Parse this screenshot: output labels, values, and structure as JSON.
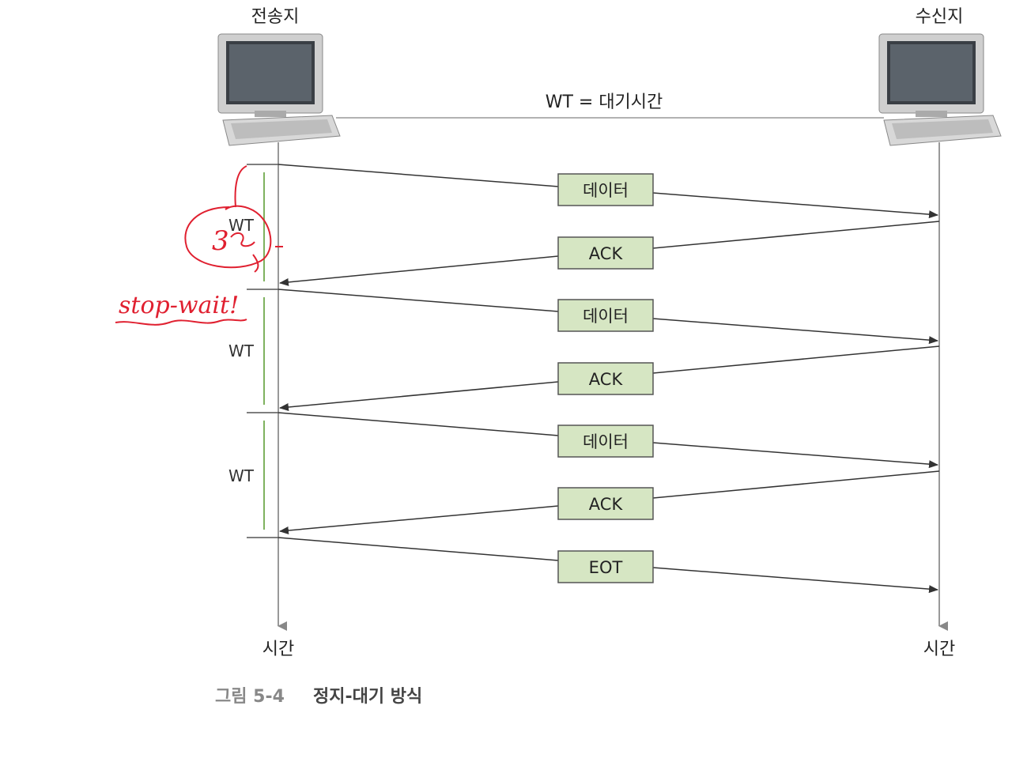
{
  "sender": {
    "label": "전송지",
    "time_label": "시간"
  },
  "receiver": {
    "label": "수신지",
    "time_label": "시간"
  },
  "legend": "WT = 대기시간",
  "wt_labels": [
    "WT",
    "WT",
    "WT"
  ],
  "messages": [
    {
      "label": "데이터",
      "direction": "to-receiver"
    },
    {
      "label": "ACK",
      "direction": "to-sender"
    },
    {
      "label": "데이터",
      "direction": "to-receiver"
    },
    {
      "label": "ACK",
      "direction": "to-sender"
    },
    {
      "label": "데이터",
      "direction": "to-receiver"
    },
    {
      "label": "ACK",
      "direction": "to-sender"
    },
    {
      "label": "EOT",
      "direction": "to-receiver"
    }
  ],
  "annotations": {
    "note": "stop-wait!",
    "circled": "3"
  },
  "caption": {
    "number": "그림 5-4",
    "title": "정지-대기 방식"
  },
  "colors": {
    "box_fill": "#d6e6c3",
    "box_stroke": "#555555",
    "wt_bar": "#7fb25f",
    "annotation": "#e02030",
    "line": "#777777"
  }
}
